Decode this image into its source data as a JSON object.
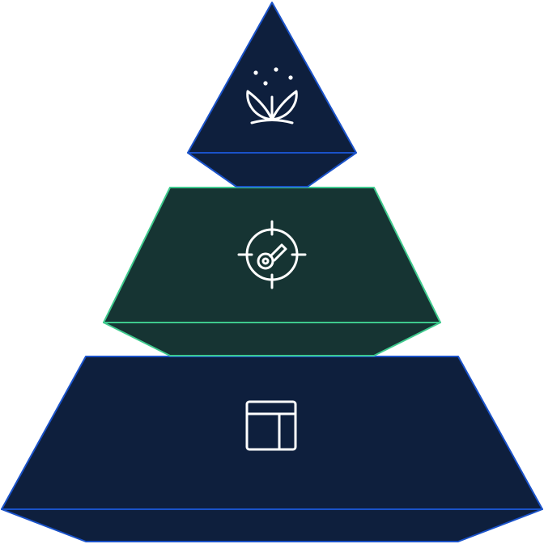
{
  "diagram": {
    "type": "pyramid",
    "tiers": [
      {
        "position": "top",
        "icon": "sprouting-plant-icon",
        "fill": "#0e1f3d",
        "stroke": "#1a52c9"
      },
      {
        "position": "middle",
        "icon": "target-key-icon",
        "fill": "#163433",
        "stroke": "#3ec98d"
      },
      {
        "position": "bottom",
        "icon": "layout-grid-icon",
        "fill": "#0e1f3d",
        "stroke": "#1a52c9"
      }
    ],
    "icon_color": "#ffffff"
  }
}
